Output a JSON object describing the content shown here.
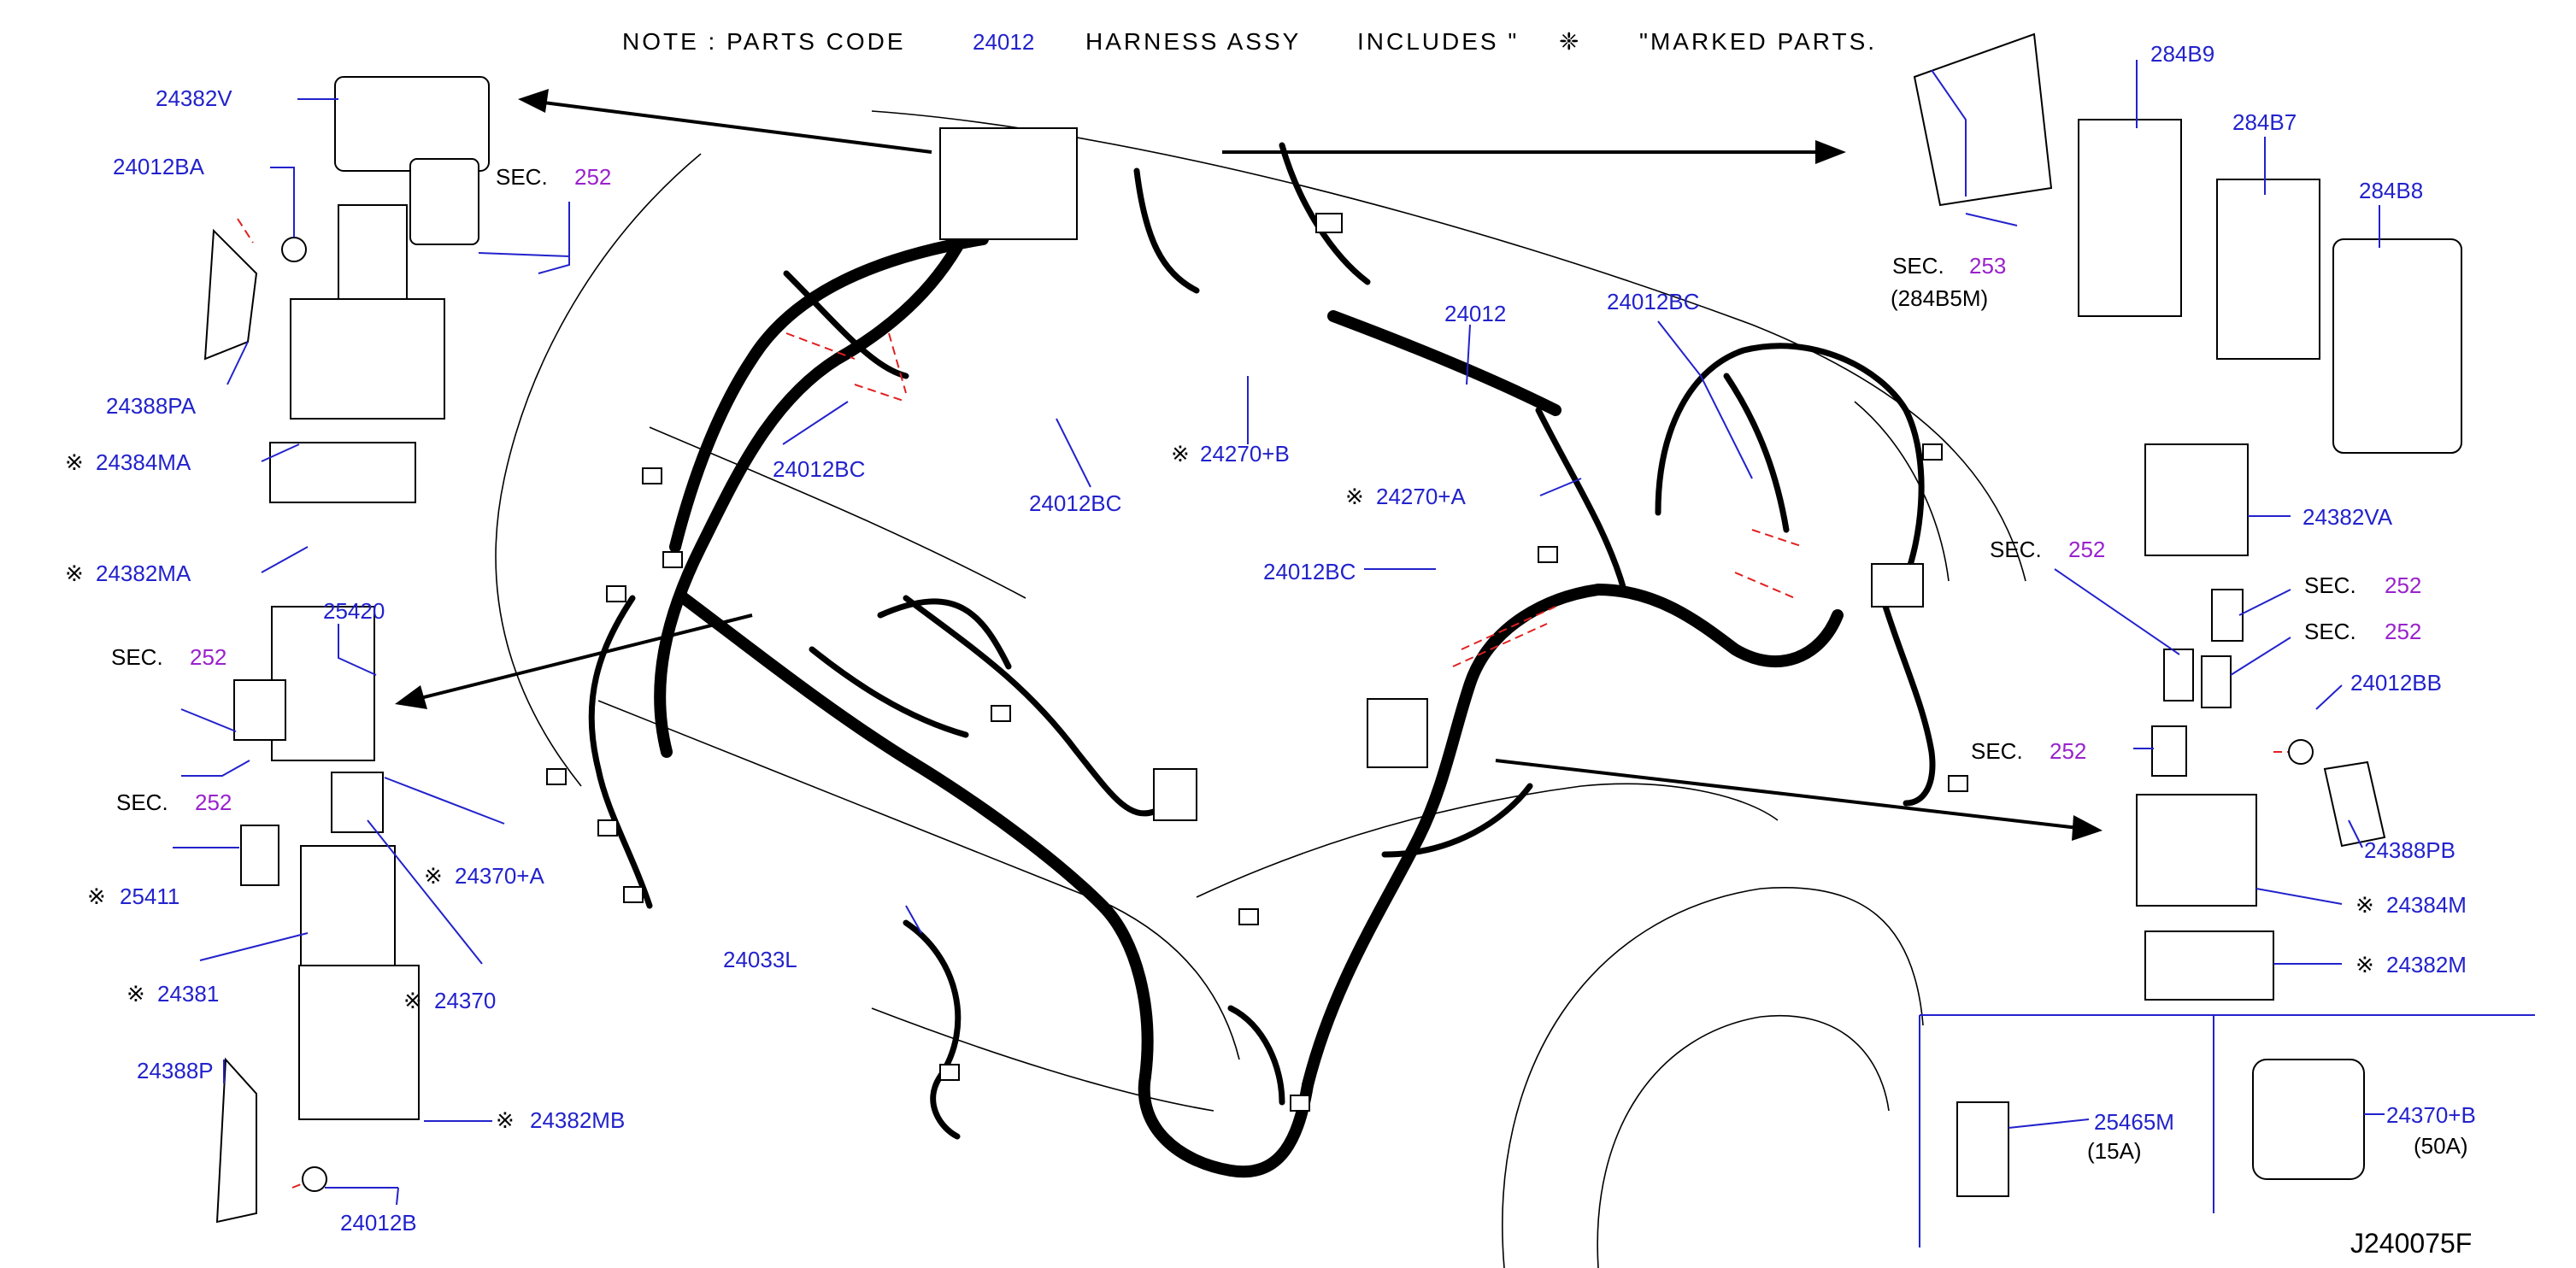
{
  "note": {
    "prefix": "NOTE : PARTS CODE",
    "code": "24012",
    "middle": "HARNESS ASSY",
    "includes": "INCLUDES \"",
    "mark_symbol": "❈",
    "suffix": "\"MARKED PARTS."
  },
  "diagram_code": "J240075F",
  "labels": {
    "l24382V": "24382V",
    "l24012BA": "24012BA",
    "l24388PA": "24388PA",
    "l24384MA": "24384MA",
    "l24382MA": "24382MA",
    "l25420": "25420",
    "l25411": "25411",
    "l24381": "24381",
    "l24370A": "24370+A",
    "l24370": "24370",
    "l24388P": "24388P",
    "l24382MB": "24382MB",
    "l24012B": "24012B",
    "l24012BC_1": "24012BC",
    "l24012BC_2": "24012BC",
    "l24012BC_3": "24012BC",
    "l24012BC_4": "24012BC",
    "l24270B": "24270+B",
    "l24270A": "24270+A",
    "l24012_main": "24012",
    "l24033L": "24033L",
    "l284B9": "284B9",
    "l284B7": "284B7",
    "l284B8": "284B8",
    "l284B5M": "(284B5M)",
    "l24382VA": "24382VA",
    "l24012BB": "24012BB",
    "l24388PB": "24388PB",
    "l24384M": "24384M",
    "l24382M": "24382M",
    "l25465M": "25465M",
    "l15A": "(15A)",
    "l24370B": "24370+B",
    "l50A": "(50A)"
  },
  "marks": {
    "m24384MA": "※",
    "m24382MA": "※",
    "m25411": "※",
    "m24381": "※",
    "m24370A": "※",
    "m24370": "※",
    "m24382MB": "※",
    "m24270B": "※",
    "m24270A": "※",
    "m24384M": "※",
    "m24382M": "※"
  },
  "sections": {
    "sec_word": "SEC.",
    "s1": "252",
    "s2": "252",
    "s3": "252",
    "s4": "253",
    "s5": "252",
    "s6": "252",
    "s7": "252",
    "s8": "252"
  },
  "colors": {
    "label": "#2222cc",
    "section_ref": "#9922cc",
    "leader": "#2222cc",
    "dashed_fastener_line": "#e02020"
  }
}
